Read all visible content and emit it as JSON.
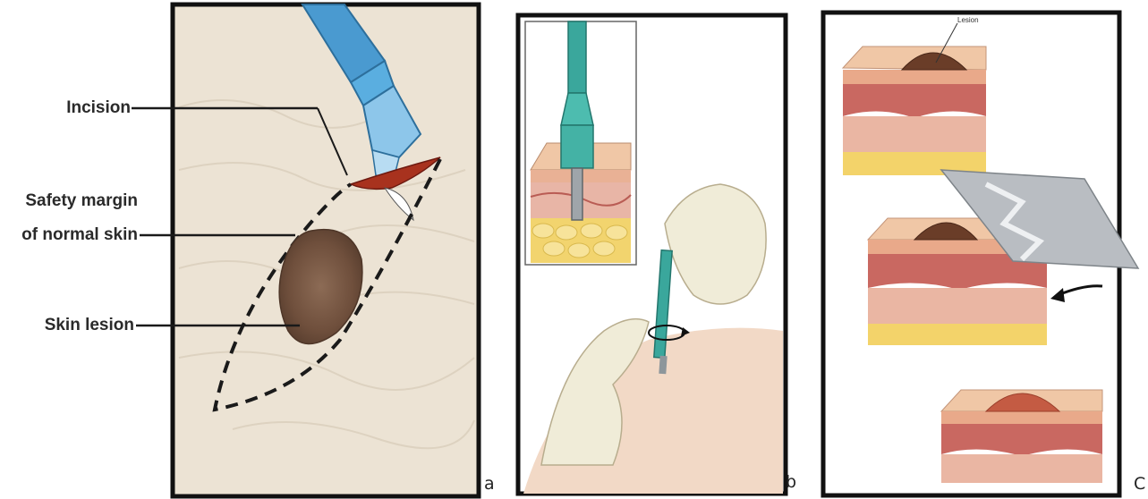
{
  "panels": {
    "a": {
      "corner_label": "a",
      "callouts": {
        "incision": "Incision",
        "safety_margin_line1": "Safety margin",
        "safety_margin_line2": "of normal skin",
        "skin_lesion": "Skin lesion"
      }
    },
    "b": {
      "corner_label": "b"
    },
    "c": {
      "corner_label": "C",
      "lesion_label": "Lesion"
    }
  },
  "colors": {
    "skin_background": "#ece3d4",
    "lesion_brown": "#7a5a46",
    "scalpel_blue": "#4a9ad0",
    "punch_teal": "#3aa79c",
    "epidermis": "#e8b89a",
    "dermis": "#d9a58d",
    "fat": "#f1d57a",
    "blade_gray": "#b9bdc2"
  }
}
